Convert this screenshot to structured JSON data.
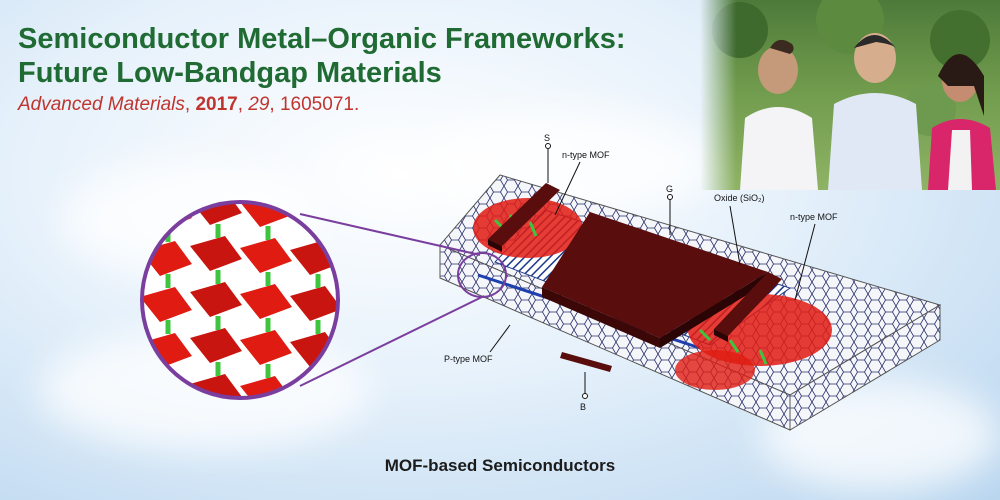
{
  "header": {
    "title_line1": "Semiconductor Metal–Organic Frameworks:",
    "title_line2": "Future Low-Bandgap Materials",
    "citation_journal": "Advanced Materials",
    "citation_year": "2017",
    "citation_volume": "29",
    "citation_page": "1605071."
  },
  "diagram": {
    "labels": {
      "source": "S",
      "gate": "G",
      "body": "B",
      "ntype_left": "n-type MOF",
      "ntype_right": "n-type MOF",
      "oxide": "Oxide (SiO₂)",
      "ptype": "P-type MOF"
    },
    "caption": "MOF-based Semiconductors"
  },
  "colors": {
    "title": "#1f6b33",
    "citation": "#c0342e",
    "gate": "#5a0d0d",
    "mof_red": "#e01b12",
    "linker_green": "#3ec43e",
    "zoom_ring": "#7a3e9e"
  }
}
